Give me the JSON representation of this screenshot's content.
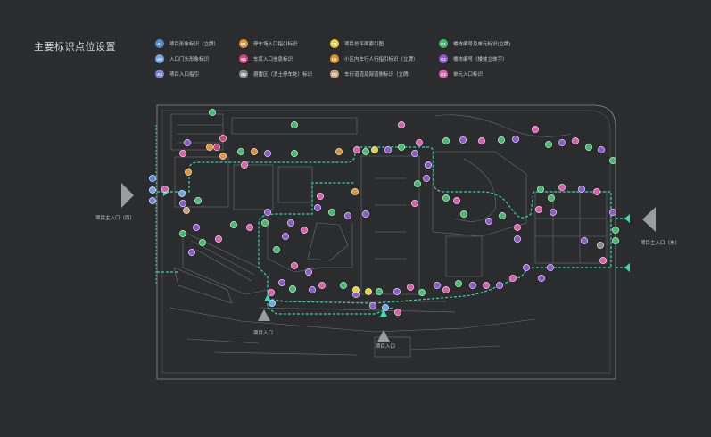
{
  "title": "主要标识点位设置",
  "legend": [
    {
      "code": "A1",
      "label": "项目形象标识（立牌）",
      "color": "#4a8fd8"
    },
    {
      "code": "A2",
      "label": "入口门头形象标识",
      "color": "#6fa6e6"
    },
    {
      "code": "A3",
      "label": "项目入口指引",
      "color": "#7a82d8"
    },
    {
      "code": "B1",
      "label": "停车场入口指引标识",
      "color": "#e7962b"
    },
    {
      "code": "B2",
      "label": "车库入口信息标识",
      "color": "#d4417f"
    },
    {
      "code": "B3",
      "label": "避雷区（消土停车处）标识",
      "color": "#8b8b8b"
    },
    {
      "code": "C1",
      "label": "项目总平面索引图",
      "color": "#e8d23a"
    },
    {
      "code": "D1",
      "label": "小区内车行人行指引标识（立牌）",
      "color": "#d8902a"
    },
    {
      "code": "D2",
      "label": "车行道道及部道侧标识（立牌）",
      "color": "#c8a07a"
    },
    {
      "code": "E1",
      "label": "楼栋编号及单元标识(立牌)",
      "color": "#3bbf6a"
    },
    {
      "code": "E2",
      "label": "楼栋编号（楼体立体字）",
      "color": "#8e58d0"
    },
    {
      "code": "E3",
      "label": "单元入口标识",
      "color": "#e05bb0"
    }
  ],
  "entrances": {
    "west": "项目主入口（西）",
    "east": "项目主入口（东）",
    "south1": "项目入口",
    "south2": "项目入口"
  },
  "colors": {
    "background": "#2b2c2e",
    "route": "#34d6b0",
    "linework": "#7d8185",
    "arrow": "#9a9c9f",
    "marker_arrow": "#2fe0b8"
  }
}
